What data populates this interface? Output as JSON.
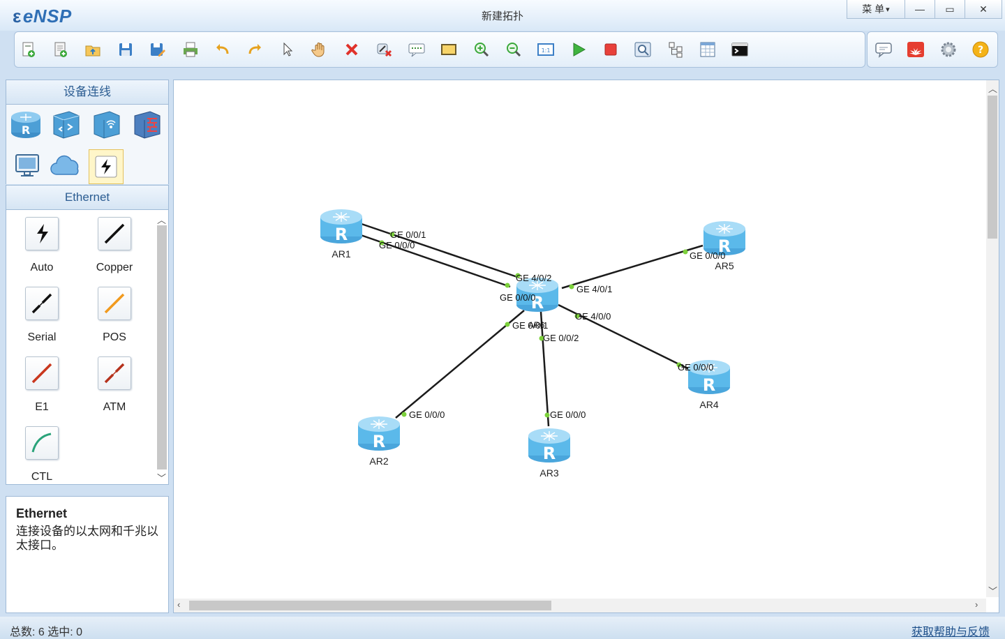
{
  "app": {
    "logo": "eNSP",
    "title": "新建拓扑"
  },
  "window": {
    "menu": "菜 单",
    "menu_arrow": "▾",
    "minimize": "—",
    "maximize": "▭",
    "close": "✕"
  },
  "toolbar": [
    "new-topology-icon",
    "new-example-icon",
    "open-icon",
    "save-icon",
    "save-as-icon",
    "print-icon",
    "undo-icon",
    "redo-icon",
    "select-icon",
    "pan-hand-icon",
    "delete-icon",
    "delete-link-icon",
    "text-comment-icon",
    "rectangle-icon",
    "zoom-in-icon",
    "zoom-out-icon",
    "fit-view-icon",
    "start-device-icon",
    "stop-device-icon",
    "capture-data-icon",
    "show-interfaces-icon",
    "palette-grid-icon",
    "command-line-icon"
  ],
  "toolbar_right": [
    "forum-icon",
    "huawei-icon",
    "settings-icon",
    "help-icon"
  ],
  "left_panel": {
    "devices_header": "设备连线",
    "devices": [
      "router-icon",
      "switch-icon",
      "wireless-icon",
      "firewall-icon",
      "pc-icon",
      "cloud-icon",
      "cable-connector-icon"
    ],
    "selected_device": "cable-connector-icon",
    "category_header": "Ethernet",
    "cables": [
      {
        "label": "Auto",
        "icon": "auto-cable-icon"
      },
      {
        "label": "Copper",
        "icon": "copper-cable-icon"
      },
      {
        "label": "Serial",
        "icon": "serial-cable-icon"
      },
      {
        "label": "POS",
        "icon": "pos-cable-icon"
      },
      {
        "label": "E1",
        "icon": "e1-cable-icon"
      },
      {
        "label": "ATM",
        "icon": "atm-cable-icon"
      },
      {
        "label": "CTL",
        "icon": "ctl-cable-icon"
      }
    ],
    "description": {
      "title": "Ethernet",
      "text": "连接设备的以太网和千兆以太接口。"
    }
  },
  "topology": {
    "nodes": [
      {
        "id": "AR1",
        "label": "AR1"
      },
      {
        "id": "AR2",
        "label": "AR2"
      },
      {
        "id": "AR3",
        "label": "AR3"
      },
      {
        "id": "AR4",
        "label": "AR4"
      },
      {
        "id": "AR5",
        "label": "AR5"
      },
      {
        "id": "center",
        "label": ""
      }
    ],
    "links": [
      {
        "a": "AR1",
        "a_port": "GE 0/0/1",
        "b": "center",
        "b_port": "GE 4/0/2"
      },
      {
        "a": "AR1",
        "a_port": "GE 0/0/0",
        "b": "center",
        "b_port": "GE 0/0/0"
      },
      {
        "a": "AR5",
        "a_port": "GE 0/0/0",
        "b": "center",
        "b_port": "GE 4/0/1"
      },
      {
        "a": "AR4",
        "a_port": "GE 0/0/0",
        "b": "center",
        "b_port": "GE 4/0/0"
      },
      {
        "a": "AR2",
        "a_port": "GE 0/0/0",
        "b": "center",
        "b_port": "GE 0/0/1"
      },
      {
        "a": "AR3",
        "a_port": "GE 0/0/0",
        "b": "center",
        "b_port": "GE 0/0/2"
      }
    ],
    "center_overlap_label": "AR6"
  },
  "status": {
    "left": "总数: 6 选中: 0",
    "right": "获取帮助与反馈"
  },
  "colors": {
    "router_body": "#5bb9ea",
    "router_top": "#a8dcf7",
    "port_dot": "#7cd13b",
    "link": "#1b1b1b"
  }
}
